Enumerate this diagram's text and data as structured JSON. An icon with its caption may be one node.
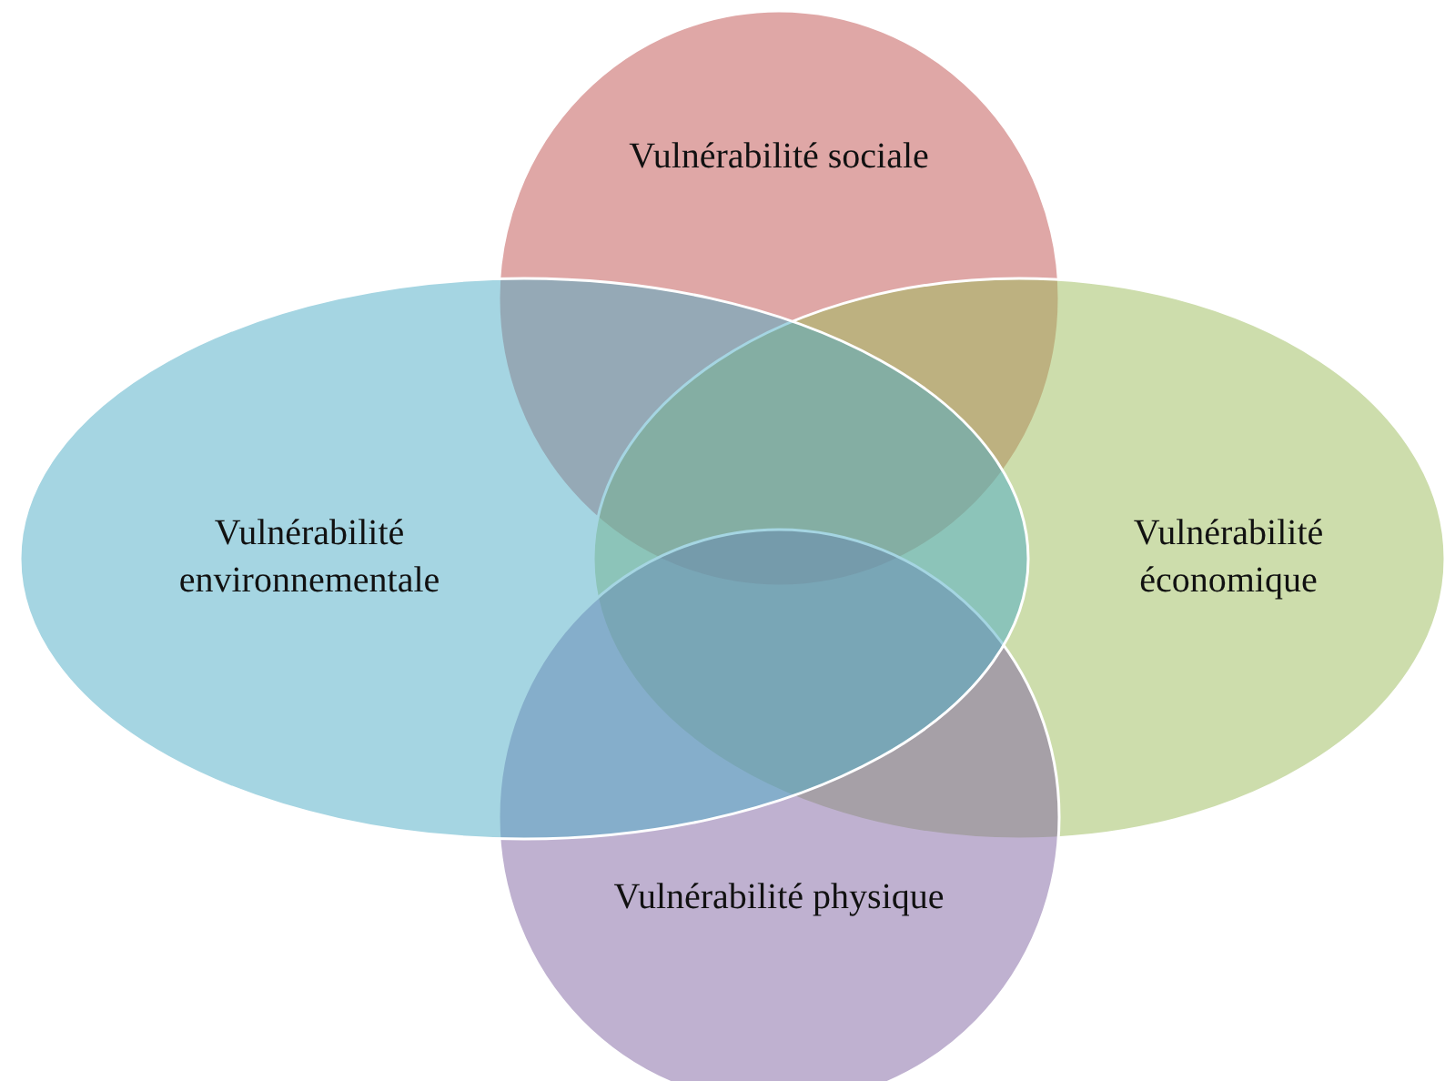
{
  "diagram": {
    "nodes": [
      {
        "text": [
          "Vulnérabilité sociale"
        ]
      },
      {
        "text": [
          "Vulnérabilité économique"
        ]
      },
      {
        "text": [
          "Vulnérabilité physique"
        ]
      },
      {
        "text": [
          "Vulnérabilité environnementale"
        ]
      }
    ]
  }
}
